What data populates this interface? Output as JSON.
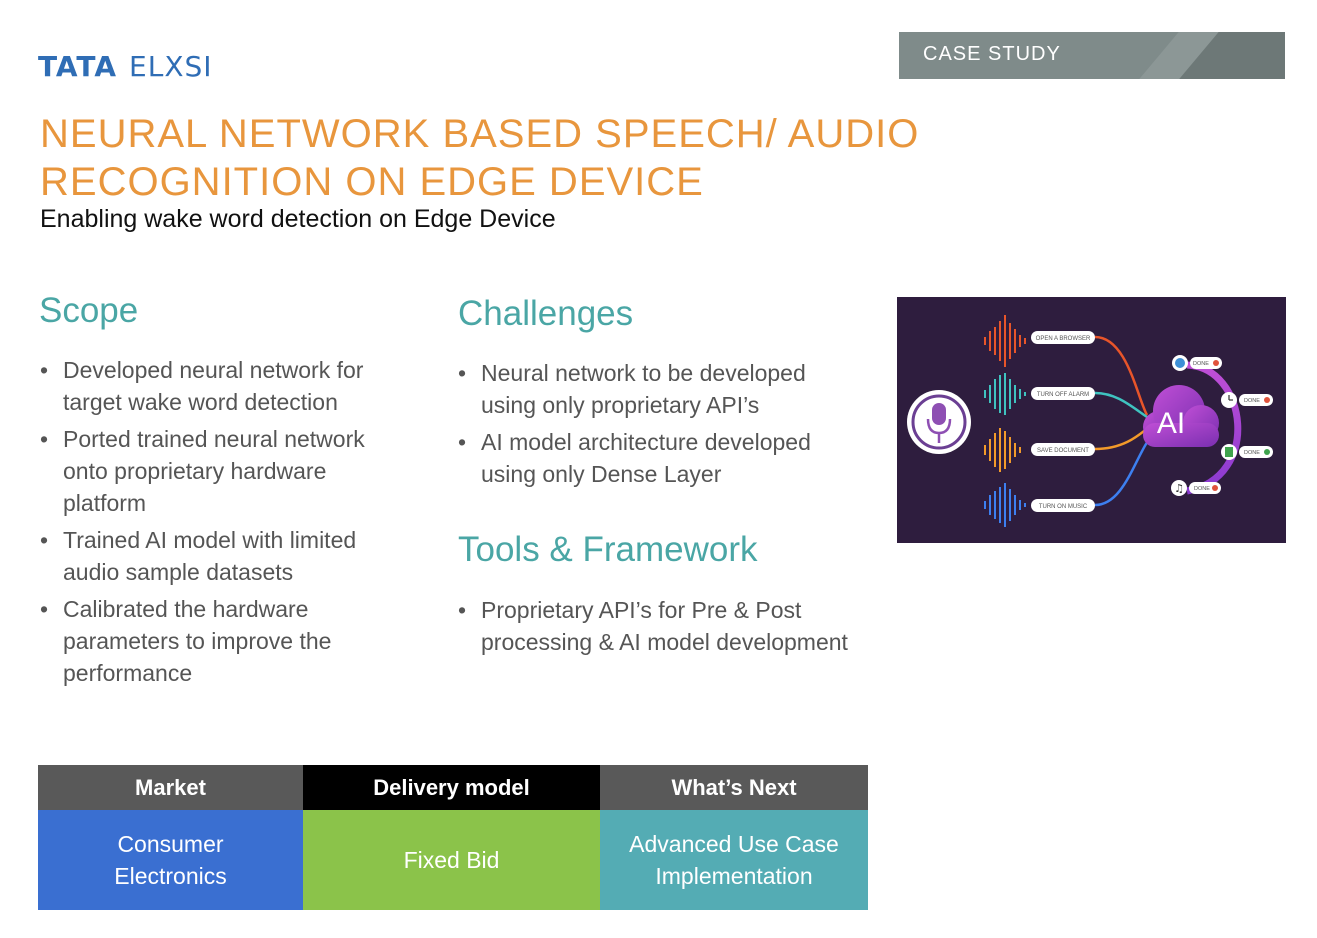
{
  "header": {
    "logo": {
      "brand": "TATA",
      "name": "ELXSI"
    },
    "badge": "CASE STUDY"
  },
  "title": {
    "line1": "NEURAL NETWORK BASED SPEECH/ AUDIO",
    "line2": "RECOGNITION ON EDGE DEVICE",
    "subtitle": "Enabling wake word detection on Edge Device"
  },
  "scope": {
    "heading": "Scope",
    "items": [
      "Developed neural network for target wake word detection",
      "Ported trained neural network onto proprietary hardware platform",
      "Trained AI model with limited audio sample datasets",
      "Calibrated the hardware parameters to improve the performance"
    ]
  },
  "challenges": {
    "heading": "Challenges",
    "items": [
      "Neural network to be developed using only proprietary API’s",
      "AI model architecture developed using only Dense Layer"
    ]
  },
  "tools": {
    "heading": "Tools & Framework",
    "items": [
      "Proprietary API’s for Pre & Post processing & AI model development"
    ]
  },
  "illustration": {
    "center": "AI",
    "commands": [
      "OPEN A BROWSER",
      "TURN OFF ALARM",
      "SAVE DOCUMENT",
      "TURN ON MUSIC"
    ],
    "status": [
      "DONE",
      "DONE",
      "DONE",
      "DONE"
    ],
    "colors": {
      "orange": "#e8552a",
      "teal": "#3fc3c0",
      "amber": "#f39a2a",
      "blue": "#3d7ff0",
      "bg": "#2e1d3e"
    }
  },
  "summary": {
    "market": {
      "label": "Market",
      "value_line1": "Consumer",
      "value_line2": "Electronics"
    },
    "delivery": {
      "label": "Delivery model",
      "value": "Fixed Bid"
    },
    "next": {
      "label": "What’s Next",
      "value_line1": "Advanced Use Case",
      "value_line2": "Implementation"
    },
    "colors": {
      "market_head": "#595959",
      "delivery_head": "#000000",
      "next_head": "#595959",
      "market_cell": "#3a6fd1",
      "delivery_cell": "#8bc34a",
      "next_cell": "#54acb4"
    }
  }
}
